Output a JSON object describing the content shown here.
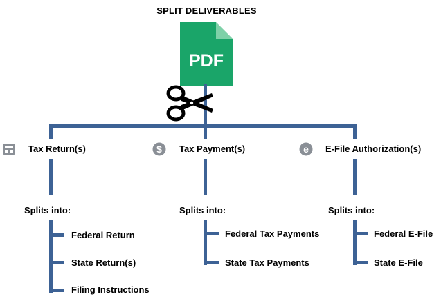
{
  "title": "SPLIT DELIVERABLES",
  "pdf_icon": {
    "icon": "pdf-file-icon",
    "label": "PDF",
    "color": "#1aa569"
  },
  "scissors_icon": "scissors-icon",
  "line_color": "#3d6295",
  "categories": [
    {
      "icon": "tray-icon",
      "label": "Tax Return(s)",
      "splits_label": "Splits into:",
      "items": [
        "Federal Return",
        "State Return(s)",
        "Filing Instructions"
      ]
    },
    {
      "icon": "dollar-icon",
      "label": "Tax Payment(s)",
      "splits_label": "Splits into:",
      "items": [
        "Federal Tax Payments",
        "State Tax Payments"
      ]
    },
    {
      "icon": "e-letter-icon",
      "label": "E-File Authorization(s)",
      "splits_label": "Splits into:",
      "items": [
        "Federal E-File",
        "State E-File"
      ]
    }
  ]
}
